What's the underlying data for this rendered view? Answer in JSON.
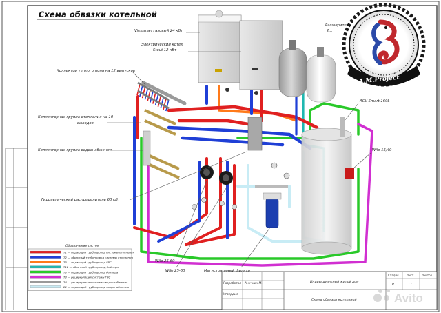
{
  "title": "Схема обвязки котельной",
  "callouts": {
    "gas_boiler": "Viessman газовый 24 кВт",
    "electric_boiler_1": "Электрический котел",
    "electric_boiler_2": "Stout 12 кВт",
    "expansion_tank_1": "Расширитель",
    "expansion_tank_2": "2...",
    "floor_manifold": "Коллектор теплого пола на 12 выпусков",
    "heating_group_1": "Коллекторная группа отопления на 10",
    "heating_group_2": "выходов",
    "water_group": "Коллекторная группа водоснабжения",
    "hydro_separator": "Гидравлический распределитель 60 кВт",
    "acv": "ACV Smart 160L",
    "wilo_1": "Wilo 15/40",
    "wilo_2": "Wilo 25-60",
    "wilo_3": "Wilo 25-60",
    "filter": "Магистральный фильтр"
  },
  "legend": {
    "heading": "Обозначение систем",
    "items": [
      {
        "color": "#e02020",
        "text": "Т1 — подающий трубопровод системы отопления"
      },
      {
        "color": "#1f3fd6",
        "text": "Т2 — обратный трубопровод системы отопления"
      },
      {
        "color": "#ff7a1a",
        "text": "Т3 — подающий трубопровод ГВС"
      },
      {
        "color": "#1fb8b0",
        "text": "Т12 — обратный трубопровод бойлера"
      },
      {
        "color": "#29c929",
        "text": "Т3 — подающий трубопровод бойлера"
      },
      {
        "color": "#d12fd1",
        "text": "Т3 — рециркуляция системы ГВС"
      },
      {
        "color": "#9a9a9a",
        "text": "Т4 — рециркуляция системы водоснабжения"
      },
      {
        "color": "#c8ecf5",
        "text": "В1 — подающий трубопровод водоснабжения"
      }
    ]
  },
  "title_block": {
    "developed_label": "Разработал",
    "developer": "Аничкин М.",
    "checked_label": "Утвердил",
    "object": "Индивидуальный жилой дом",
    "stage_label": "Стадия",
    "sheet_label": "Лист",
    "sheets_label": "Листов",
    "stage": "Р",
    "sheet": "11",
    "drawing_title": "Схема обвязки котельной"
  },
  "logo": {
    "text": "A.M.Project"
  },
  "watermark": "Avito",
  "colors": {
    "supply": "#e02020",
    "return": "#1f3fd6",
    "dhw": "#ff7a1a",
    "boiler_return": "#1fb8b0",
    "boiler_supply": "#29c929",
    "recirc": "#d12fd1",
    "cold_water": "#c8ecf5"
  },
  "icons": [
    "seahorse-icon",
    "avito-logo-icon"
  ]
}
